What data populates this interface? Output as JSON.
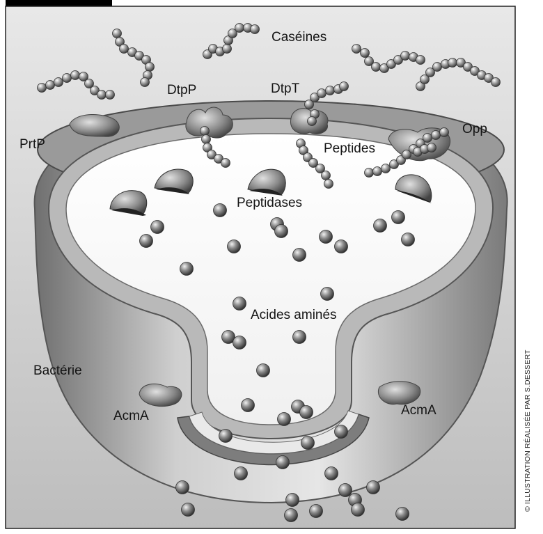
{
  "labels": {
    "caseines": "Caséines",
    "dtpp": "DtpP",
    "dtpt": "DtpT",
    "prtp": "PrtP",
    "opp": "Opp",
    "peptides": "Peptides",
    "peptidases": "Peptidases",
    "acides_amines": "Acides aminés",
    "bacterie": "Bactérie",
    "acma_left": "AcmA",
    "acma_right": "AcmA"
  },
  "credit": "© ILLUSTRATION RÉALISÉE PAR S.DESSERT",
  "colors": {
    "background": "#cfcfcf",
    "cell_interior": "#f7f7f7",
    "membrane": "#8c8c8c",
    "sphere": "#6a6a6a",
    "text": "#141414"
  }
}
